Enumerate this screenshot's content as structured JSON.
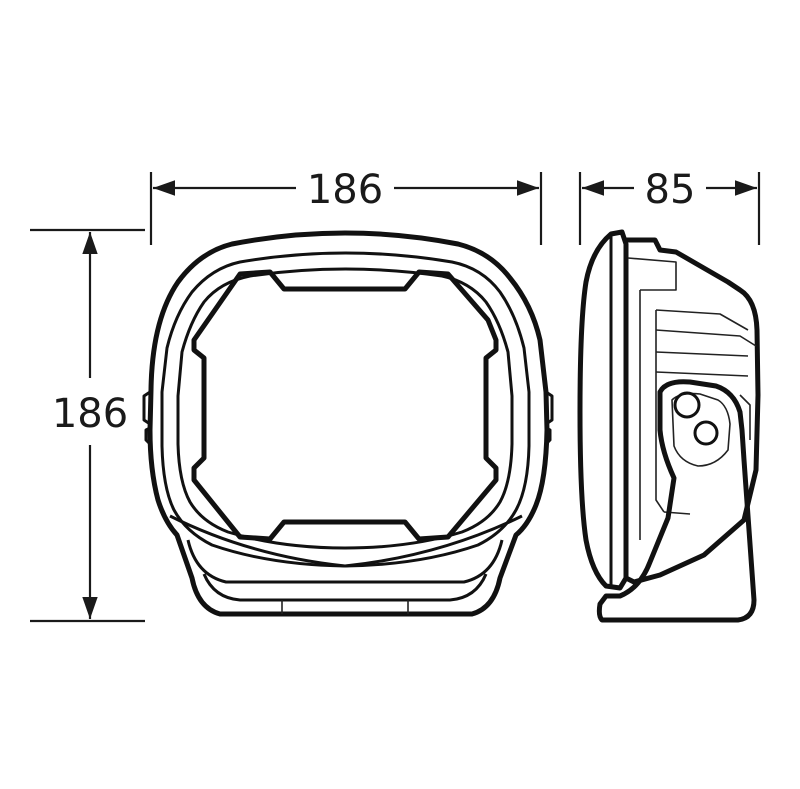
{
  "dimensions": {
    "width_label": "186",
    "height_label": "186",
    "depth_label": "85"
  },
  "colors": {
    "line": "#111111",
    "background": "#ffffff"
  }
}
